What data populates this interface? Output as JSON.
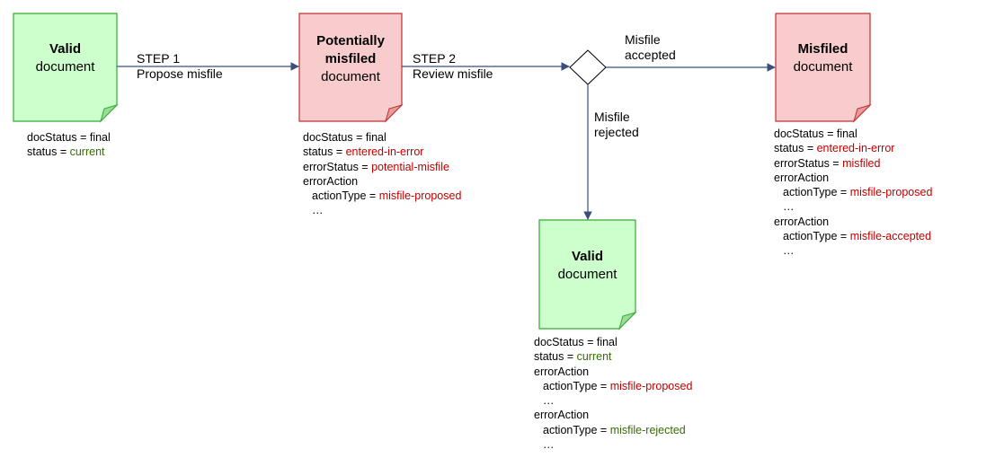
{
  "colors": {
    "valid_fill": "#ccffcc",
    "valid_stroke": "#33aa33",
    "misfile_fill": "#f8cccc",
    "misfile_stroke": "#c03030",
    "arrow": "#3b4f7a",
    "value_red": "#c00000",
    "value_green": "#386a06"
  },
  "nodes": {
    "valid_start": {
      "title_bold": "Valid",
      "title_rest": "document"
    },
    "potential": {
      "title_bold_1": "Potentially",
      "title_bold_2": "misfiled",
      "title_rest": "document"
    },
    "misfiled": {
      "title_bold": "Misfiled",
      "title_rest": "document"
    },
    "valid_end": {
      "title_bold": "Valid",
      "title_rest": "document"
    }
  },
  "edges": {
    "step1": {
      "label_1": "STEP 1",
      "label_2": "Propose misfile"
    },
    "step2": {
      "label_1": "STEP 2",
      "label_2": "Review misfile"
    },
    "accepted": {
      "label_1": "Misfile",
      "label_2": "accepted"
    },
    "rejected": {
      "label_1": "Misfile",
      "label_2": "rejected"
    }
  },
  "attributes": {
    "valid_start": {
      "docStatus_key": "docStatus = ",
      "docStatus_val": "final",
      "status_key": "status = ",
      "status_val": "current"
    },
    "potential": {
      "docStatus_key": "docStatus = ",
      "docStatus_val": "final",
      "status_key": "status = ",
      "status_val": "entered-in-error",
      "errorStatus_key": "errorStatus = ",
      "errorStatus_val": "potential-misfile",
      "errorAction": "errorAction",
      "actionType_key": "actionType = ",
      "actionType_val": "misfile-proposed",
      "ellipsis": "…"
    },
    "misfiled": {
      "docStatus_key": "docStatus = ",
      "docStatus_val": "final",
      "status_key": "status = ",
      "status_val": "entered-in-error",
      "errorStatus_key": "errorStatus = ",
      "errorStatus_val": "misfiled",
      "errorAction_1": "errorAction",
      "actionType_1_key": "actionType = ",
      "actionType_1_val": "misfile-proposed",
      "ellipsis_1": "…",
      "errorAction_2": "errorAction",
      "actionType_2_key": "actionType = ",
      "actionType_2_val": "misfile-accepted",
      "ellipsis_2": "…"
    },
    "valid_end": {
      "docStatus_key": "docStatus = ",
      "docStatus_val": "final",
      "status_key": "status = ",
      "status_val": "current",
      "errorAction_1": "errorAction",
      "actionType_1_key": "actionType = ",
      "actionType_1_val": "misfile-proposed",
      "ellipsis_1": "…",
      "errorAction_2": "errorAction",
      "actionType_2_key": "actionType = ",
      "actionType_2_val": "misfile-rejected",
      "ellipsis_2": "…"
    }
  }
}
